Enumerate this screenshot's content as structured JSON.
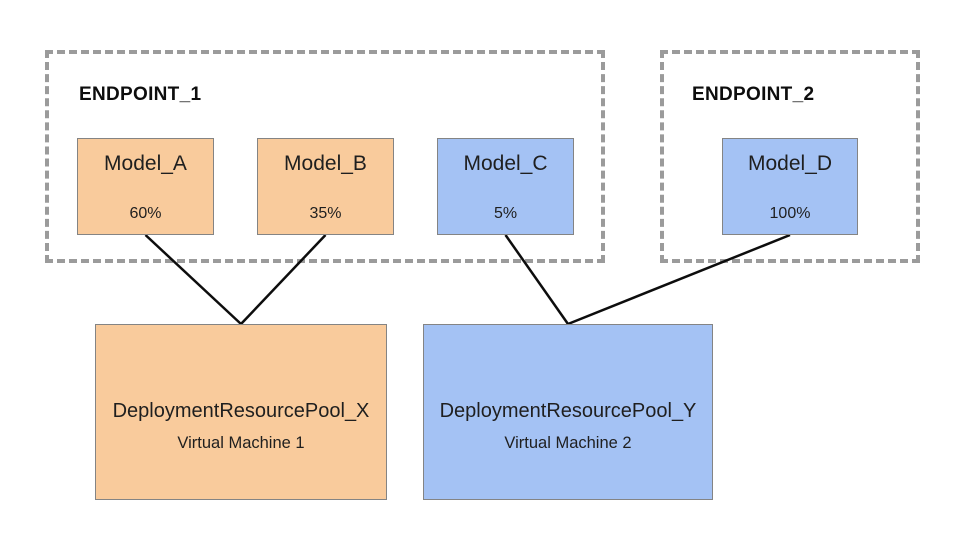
{
  "diagram": {
    "endpoints": [
      {
        "id": "endpoint-1",
        "label": "ENDPOINT_1",
        "models": [
          {
            "id": "model-a",
            "label": "Model_A",
            "traffic": "60%",
            "fill": "tan"
          },
          {
            "id": "model-b",
            "label": "Model_B",
            "traffic": "35%",
            "fill": "tan"
          },
          {
            "id": "model-c",
            "label": "Model_C",
            "traffic": "5%",
            "fill": "blue"
          }
        ]
      },
      {
        "id": "endpoint-2",
        "label": "ENDPOINT_2",
        "models": [
          {
            "id": "model-d",
            "label": "Model_D",
            "traffic": "100%",
            "fill": "blue"
          }
        ]
      }
    ],
    "pools": [
      {
        "id": "pool-x",
        "label": "DeploymentResourcePool_X",
        "sublabel": "Virtual Machine 1",
        "fill": "tan"
      },
      {
        "id": "pool-y",
        "label": "DeploymentResourcePool_Y",
        "sublabel": "Virtual Machine 2",
        "fill": "blue"
      }
    ],
    "edges": [
      {
        "from": "model-a",
        "to": "pool-x"
      },
      {
        "from": "model-b",
        "to": "pool-x"
      },
      {
        "from": "model-c",
        "to": "pool-y"
      },
      {
        "from": "model-d",
        "to": "pool-y"
      }
    ],
    "colors": {
      "tan": "#f9cb9c",
      "blue": "#a4c2f4",
      "box_border": "#848484",
      "dashed_border": "#9b9b9b",
      "edge_line": "#0d0d0d",
      "text": "#1f1f1f"
    }
  }
}
